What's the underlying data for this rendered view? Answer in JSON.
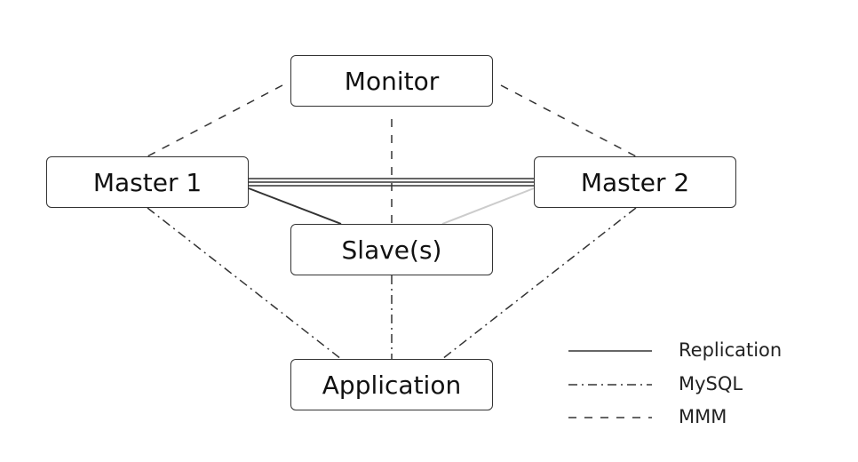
{
  "nodes": {
    "monitor": "Monitor",
    "master1": "Master 1",
    "master2": "Master 2",
    "slave": "Slave(s)",
    "application": "Application"
  },
  "legend": {
    "replication": "Replication",
    "mysql": "MySQL",
    "mmm": "MMM"
  },
  "colors": {
    "line": "#333333",
    "faint_line": "#cccccc",
    "box_border": "#333333"
  }
}
